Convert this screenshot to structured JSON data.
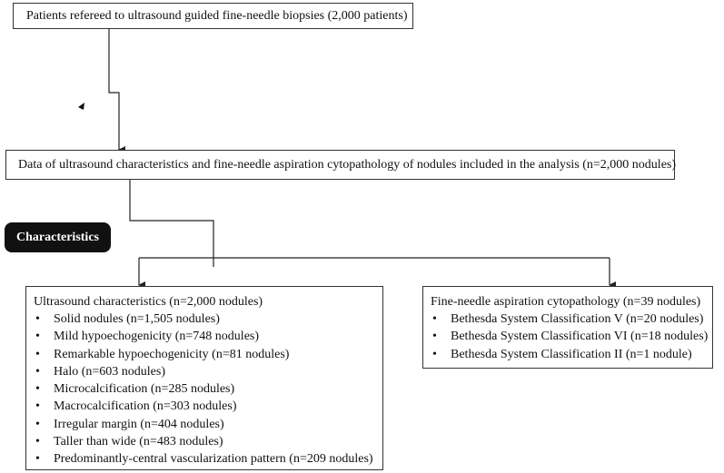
{
  "top_box": {
    "text": "Patients refereed to ultrasound guided fine-needle biopsies (2,000 patients)"
  },
  "mid_box": {
    "text": "Data of ultrasound characteristics and fine-needle aspiration cytopathology of nodules included in the analysis (n=2,000 nodules)"
  },
  "characteristics_badge": {
    "text": "Characteristics"
  },
  "ultrasound_box": {
    "title": "Ultrasound characteristics (n=2,000 nodules)",
    "items": [
      "Solid nodules (n=1,505 nodules)",
      "Mild hypoechogenicity (n=748 nodules)",
      "Remarkable hypoechogenicity (n=81 nodules)",
      "Halo (n=603 nodules)",
      "Microcalcification (n=285 nodules)",
      "Macrocalcification (n=303 nodules)",
      "Irregular margin (n=404 nodules)",
      "Taller than wide (n=483 nodules)",
      "Predominantly-central vascularization pattern (n=209 nodules)"
    ]
  },
  "cytopathology_box": {
    "title": "Fine-needle aspiration cytopathology (n=39 nodules)",
    "items": [
      "Bethesda System Classification V (n=20 nodules)",
      "Bethesda System Classification VI (n=18 nodules)",
      "Bethesda System Classification II (n=1 nodule)"
    ]
  },
  "bullet_glyph": "•",
  "line_color": "#222222"
}
